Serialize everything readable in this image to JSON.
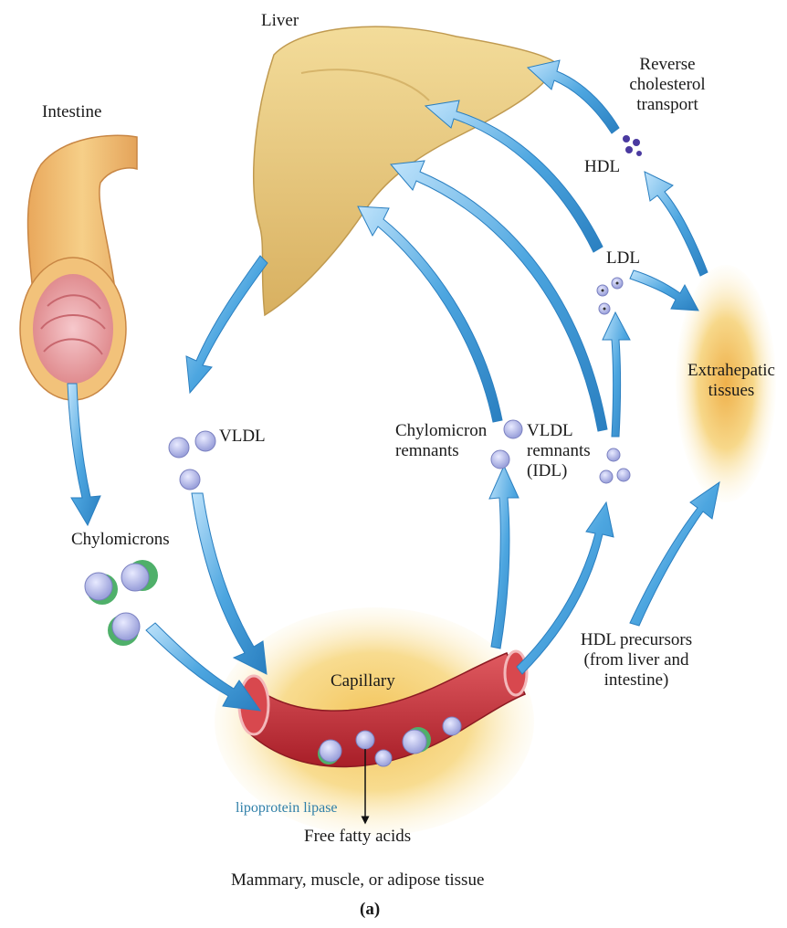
{
  "labels": {
    "liver": "Liver",
    "intestine": "Intestine",
    "reverse_transport": [
      "Reverse",
      "cholesterol",
      "transport"
    ],
    "hdl": "HDL",
    "ldl": "LDL",
    "vldl": "VLDL",
    "extrahepatic": [
      "Extrahepatic",
      "tissues"
    ],
    "chylomicron_remnants": [
      "Chylomicron",
      "remnants"
    ],
    "vldl_remnants": [
      "VLDL",
      "remnants",
      "(IDL)"
    ],
    "chylomicrons": "Chylomicrons",
    "hdl_precursors": [
      "HDL precursors",
      "(from liver and",
      "intestine)"
    ],
    "capillary": "Capillary",
    "lipoprotein_lipase": "lipoprotein lipase",
    "free_fatty_acids": "Free fatty acids",
    "tissue_caption": "Mammary, muscle, or adipose tissue",
    "panel": "(a)"
  },
  "colors": {
    "arrow": "#4da6e0",
    "liver": "#e8c87a",
    "capillary": "#c8323a",
    "tissue_glow": "#f6d77c",
    "lipoprotein": "#b9bde8",
    "apoprotein": "#4fb06a",
    "hdl_dot": "#4a3aa0"
  }
}
